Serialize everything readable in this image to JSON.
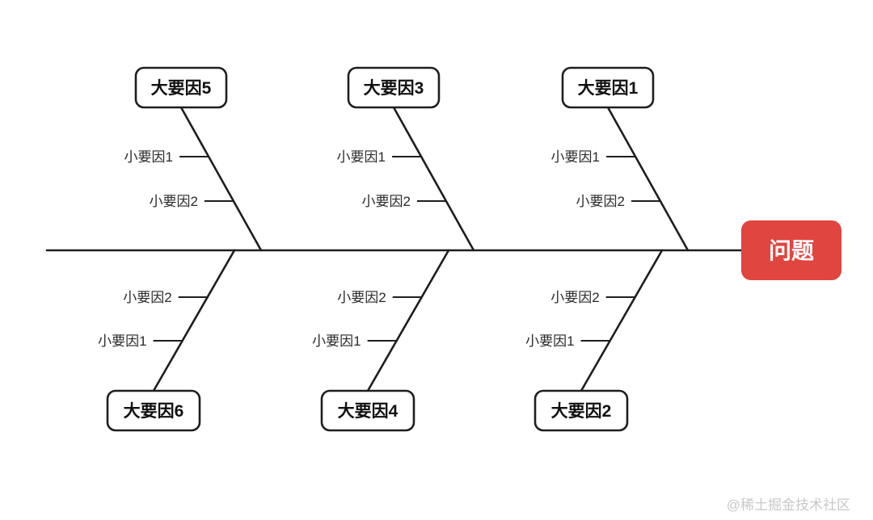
{
  "diagram": {
    "type": "fishbone",
    "problem_label": "问题",
    "colors": {
      "problem_bg": "#e04540",
      "problem_text": "#ffffff",
      "line": "#1e1e1e",
      "node_bg": "#ffffff",
      "node_border": "#1e1e1e",
      "sub_text": "#2a2a2a"
    },
    "top_branches": [
      {
        "label": "大要因5",
        "subs": [
          "小要因1",
          "小要因2"
        ]
      },
      {
        "label": "大要因3",
        "subs": [
          "小要因1",
          "小要因2"
        ]
      },
      {
        "label": "大要因1",
        "subs": [
          "小要因1",
          "小要因2"
        ]
      }
    ],
    "bottom_branches": [
      {
        "label": "大要因6",
        "subs": [
          "小要因1",
          "小要因2"
        ]
      },
      {
        "label": "大要因4",
        "subs": [
          "小要因1",
          "小要因2"
        ]
      },
      {
        "label": "大要因2",
        "subs": [
          "小要因1",
          "小要因2"
        ]
      }
    ]
  },
  "watermark": "@稀土掘金技术社区"
}
